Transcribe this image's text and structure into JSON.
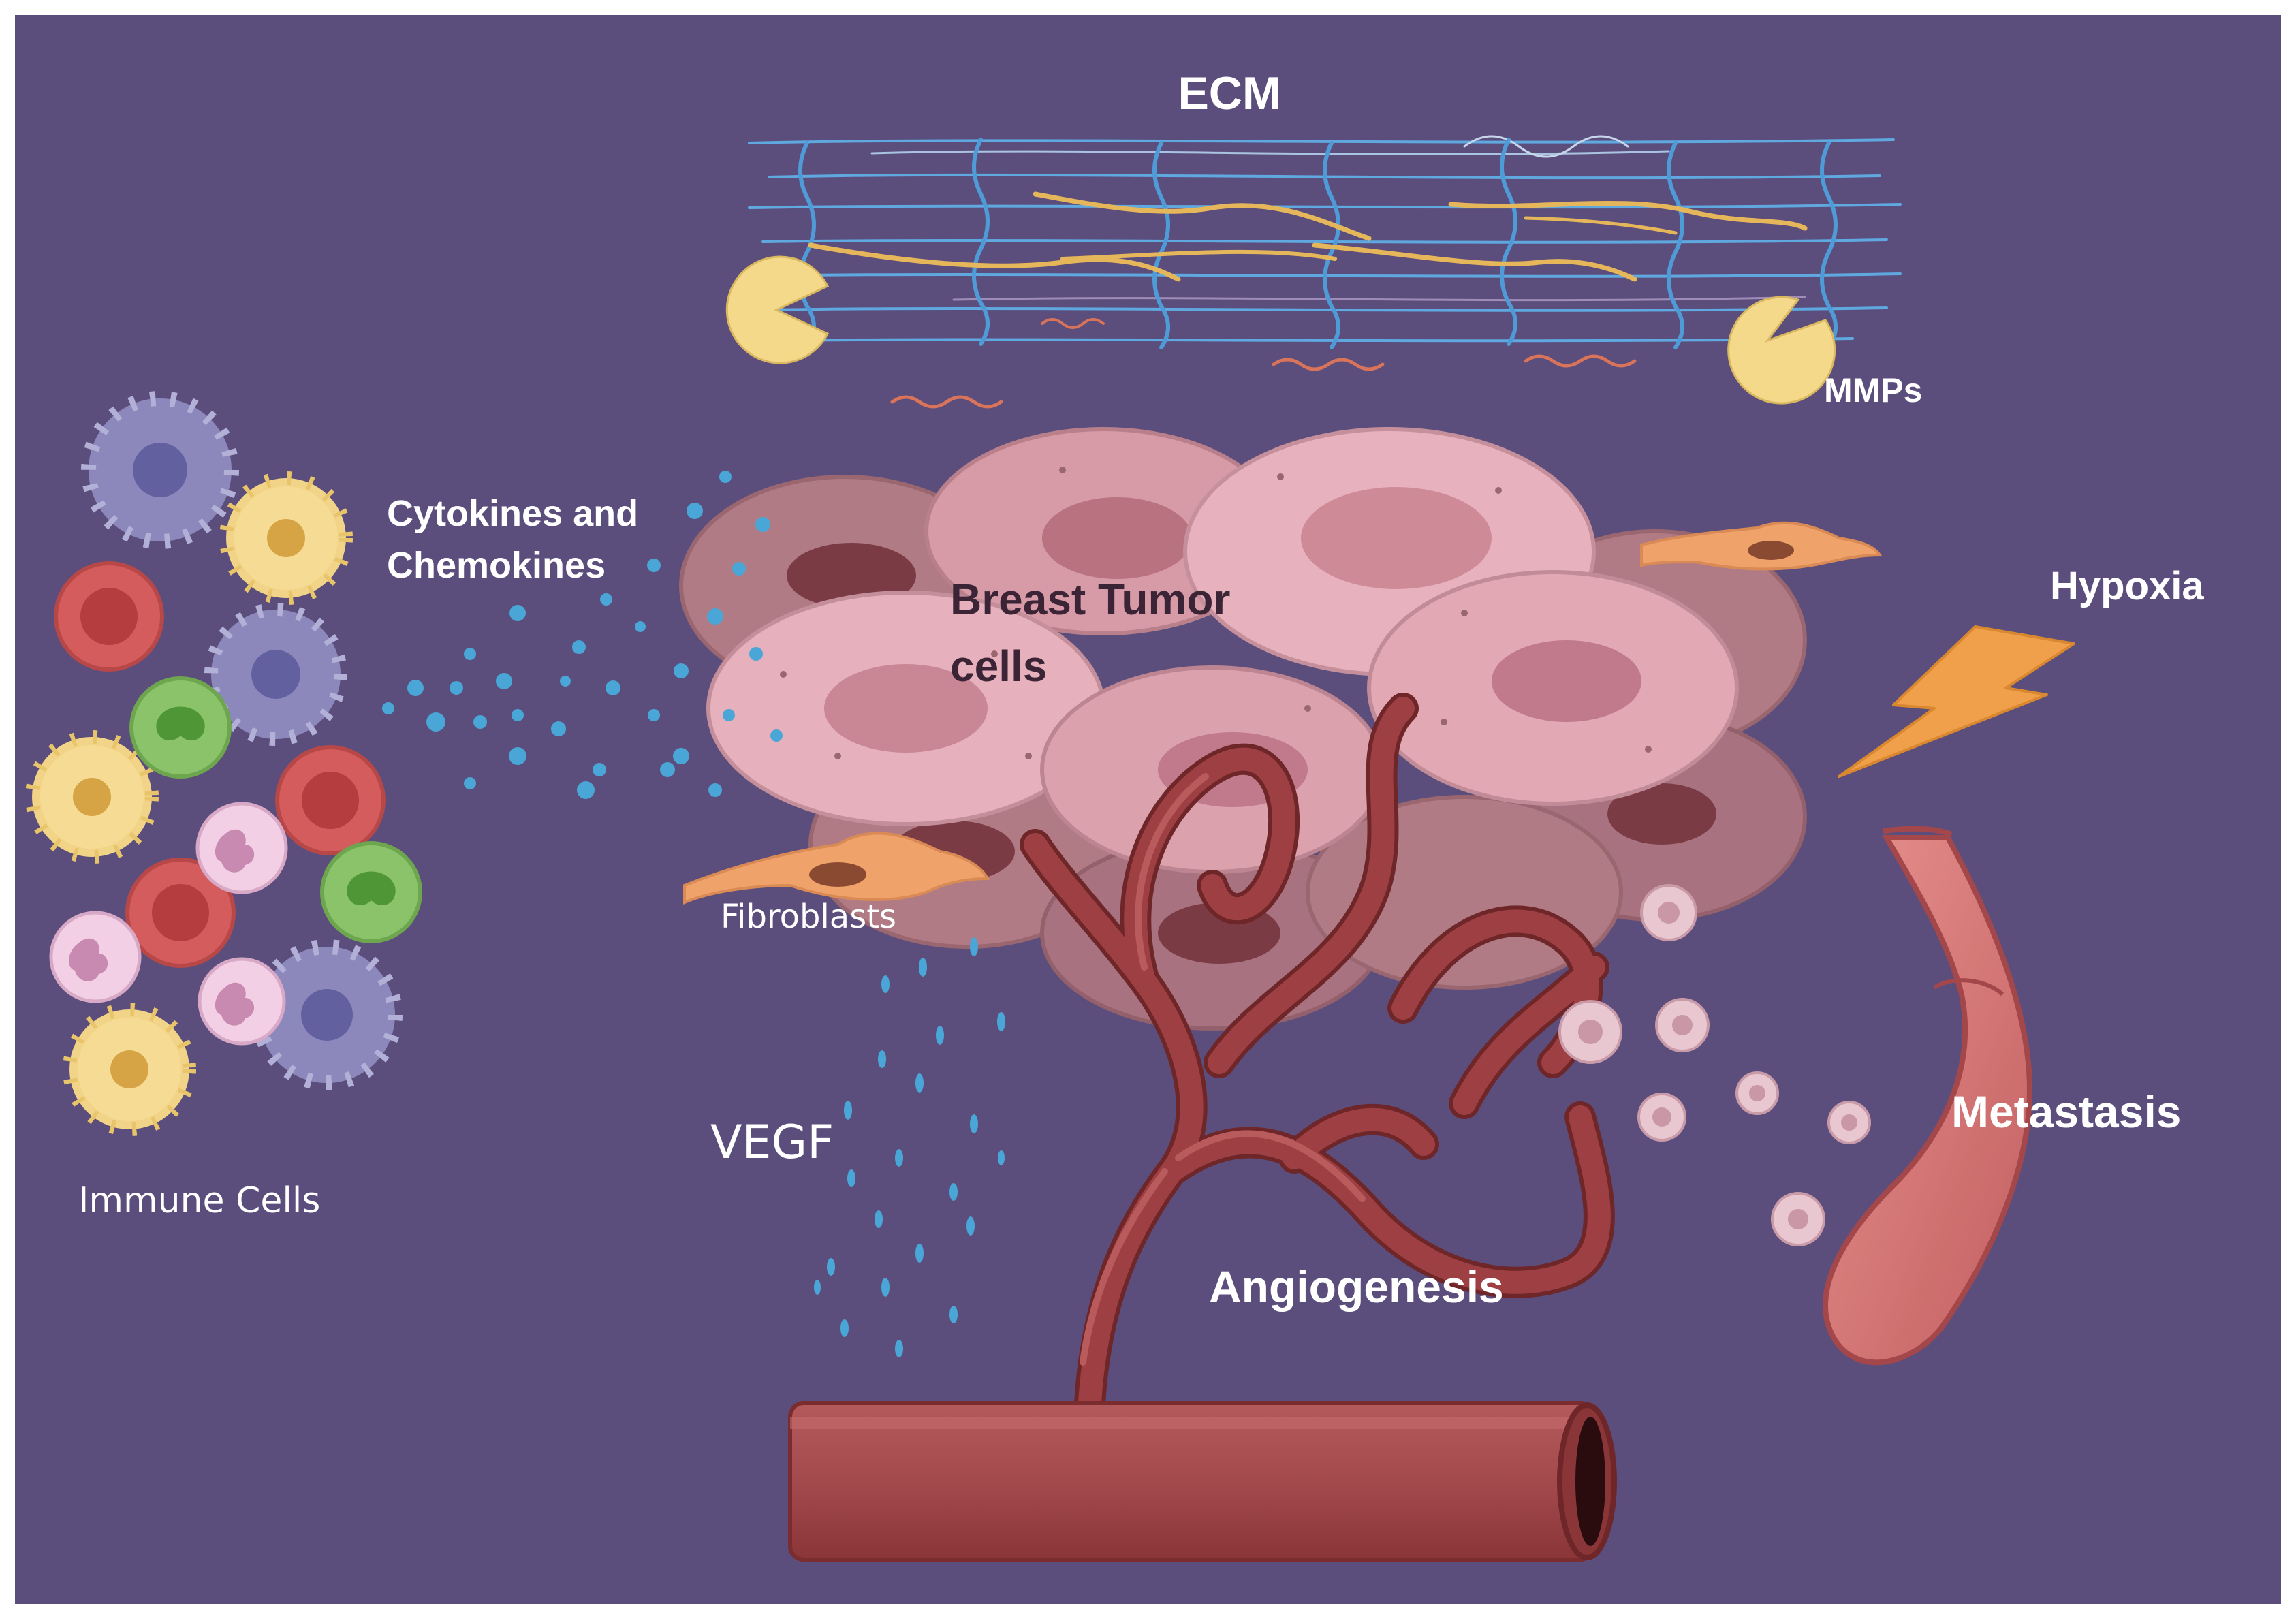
{
  "labels": {
    "ecm": "ECM",
    "mmps": "MMPs",
    "cytokines_line1": "Cytokines and",
    "cytokines_line2": "Chemokines",
    "tumor_line1": "Breast Tumor",
    "tumor_line2": "cells",
    "hypoxia": "Hypoxia",
    "fibroblasts": "Fibroblasts",
    "immune_cells": "Immune Cells",
    "vegf": "VEGF",
    "metastasis": "Metastasis",
    "angiogenesis": "Angiogenesis"
  },
  "colors": {
    "background": "#5b4e7c",
    "frame": "#ffffff",
    "ecm_blue": "#4f9bd8",
    "ecm_yellow": "#e6b75a",
    "mmp_yellow": "#f4d98a",
    "tumor_pink": "#e2a8b4",
    "tumor_dark": "#b07b84",
    "nucleus": "#c17a8b",
    "vessel": "#9e4043",
    "vessel_dark": "#6e2628",
    "lightning": "#f0a04a",
    "cytokine_dot": "#4aa6d6"
  },
  "icons": [
    "ecm-mesh-icon",
    "mmp-pacman-icon",
    "dendritic-cell-icon",
    "macrophage-icon",
    "red-cell-icon",
    "neutrophil-icon",
    "monocyte-icon",
    "fibroblast-icon",
    "tumor-cell-icon",
    "lightning-icon",
    "blood-vessel-icon",
    "circulating-tumor-cell-icon"
  ]
}
